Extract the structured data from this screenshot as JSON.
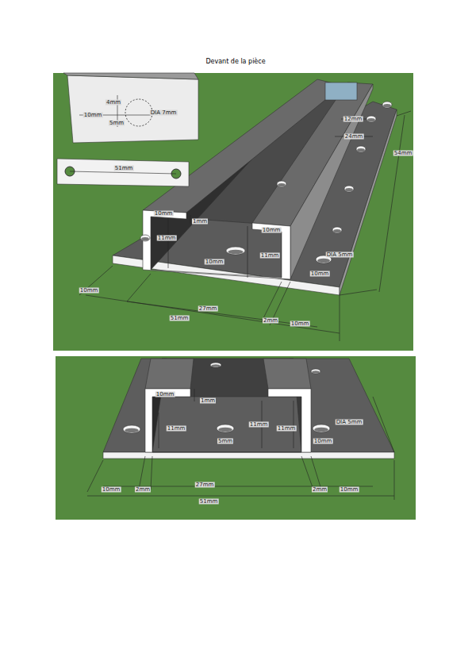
{
  "diagram": {
    "title": "Devant de la pièce",
    "labels": [
      "4mm",
      "10mm",
      "5mm",
      "DIA 7mm",
      "51mm",
      "12mm",
      "24mm",
      "10mm",
      "1mm",
      "11mm",
      "10mm",
      "11mm",
      "10mm",
      "DIA 5mm",
      "10mm",
      "10mm",
      "27mm",
      "51mm",
      "2mm",
      "10mm",
      "54mm",
      "10mm",
      "1mm",
      "11mm",
      "5mm",
      "11mm",
      "11mm",
      "DIA 5mm",
      "10mm",
      "10mm",
      "2mm",
      "27mm",
      "2mm",
      "10mm",
      "51mm"
    ]
  }
}
